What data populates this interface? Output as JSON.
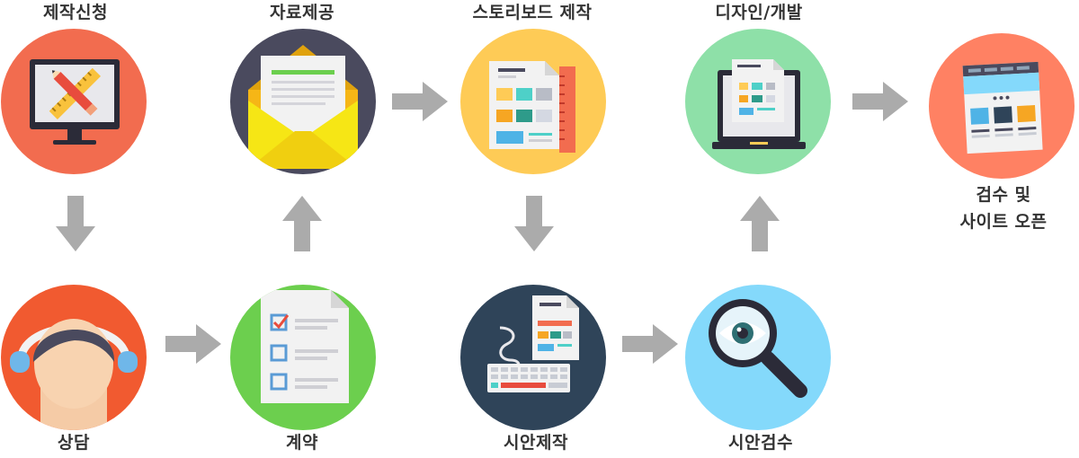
{
  "steps": [
    {
      "id": "request",
      "label": "제작신청",
      "color": "#f26c4f",
      "icon": "monitor-ruler-pencil-icon"
    },
    {
      "id": "consult",
      "label": "상담",
      "color": "#f15a30",
      "icon": "headset-person-icon"
    },
    {
      "id": "contract",
      "label": "계약",
      "color": "#6ccf4e",
      "icon": "checklist-document-icon"
    },
    {
      "id": "materials",
      "label": "자료제공",
      "color": "#4a4a5e",
      "icon": "envelope-letter-icon"
    },
    {
      "id": "storyboard",
      "label": "스토리보드 제작",
      "color": "#fecb56",
      "icon": "storyboard-sheets-icon"
    },
    {
      "id": "draft",
      "label": "시안제작",
      "color": "#2f4459",
      "icon": "keyboard-document-icon"
    },
    {
      "id": "draft_review",
      "label": "시안검수",
      "color": "#84d9fb",
      "icon": "magnifier-eye-icon"
    },
    {
      "id": "design_dev",
      "label": "디자인/개발",
      "color": "#8ee0a8",
      "icon": "laptop-document-icon"
    },
    {
      "id": "open",
      "label": "검수 및\n사이트 오픈",
      "color": "#ff8163",
      "icon": "website-layout-icon"
    }
  ],
  "arrow_color": "#ababab"
}
